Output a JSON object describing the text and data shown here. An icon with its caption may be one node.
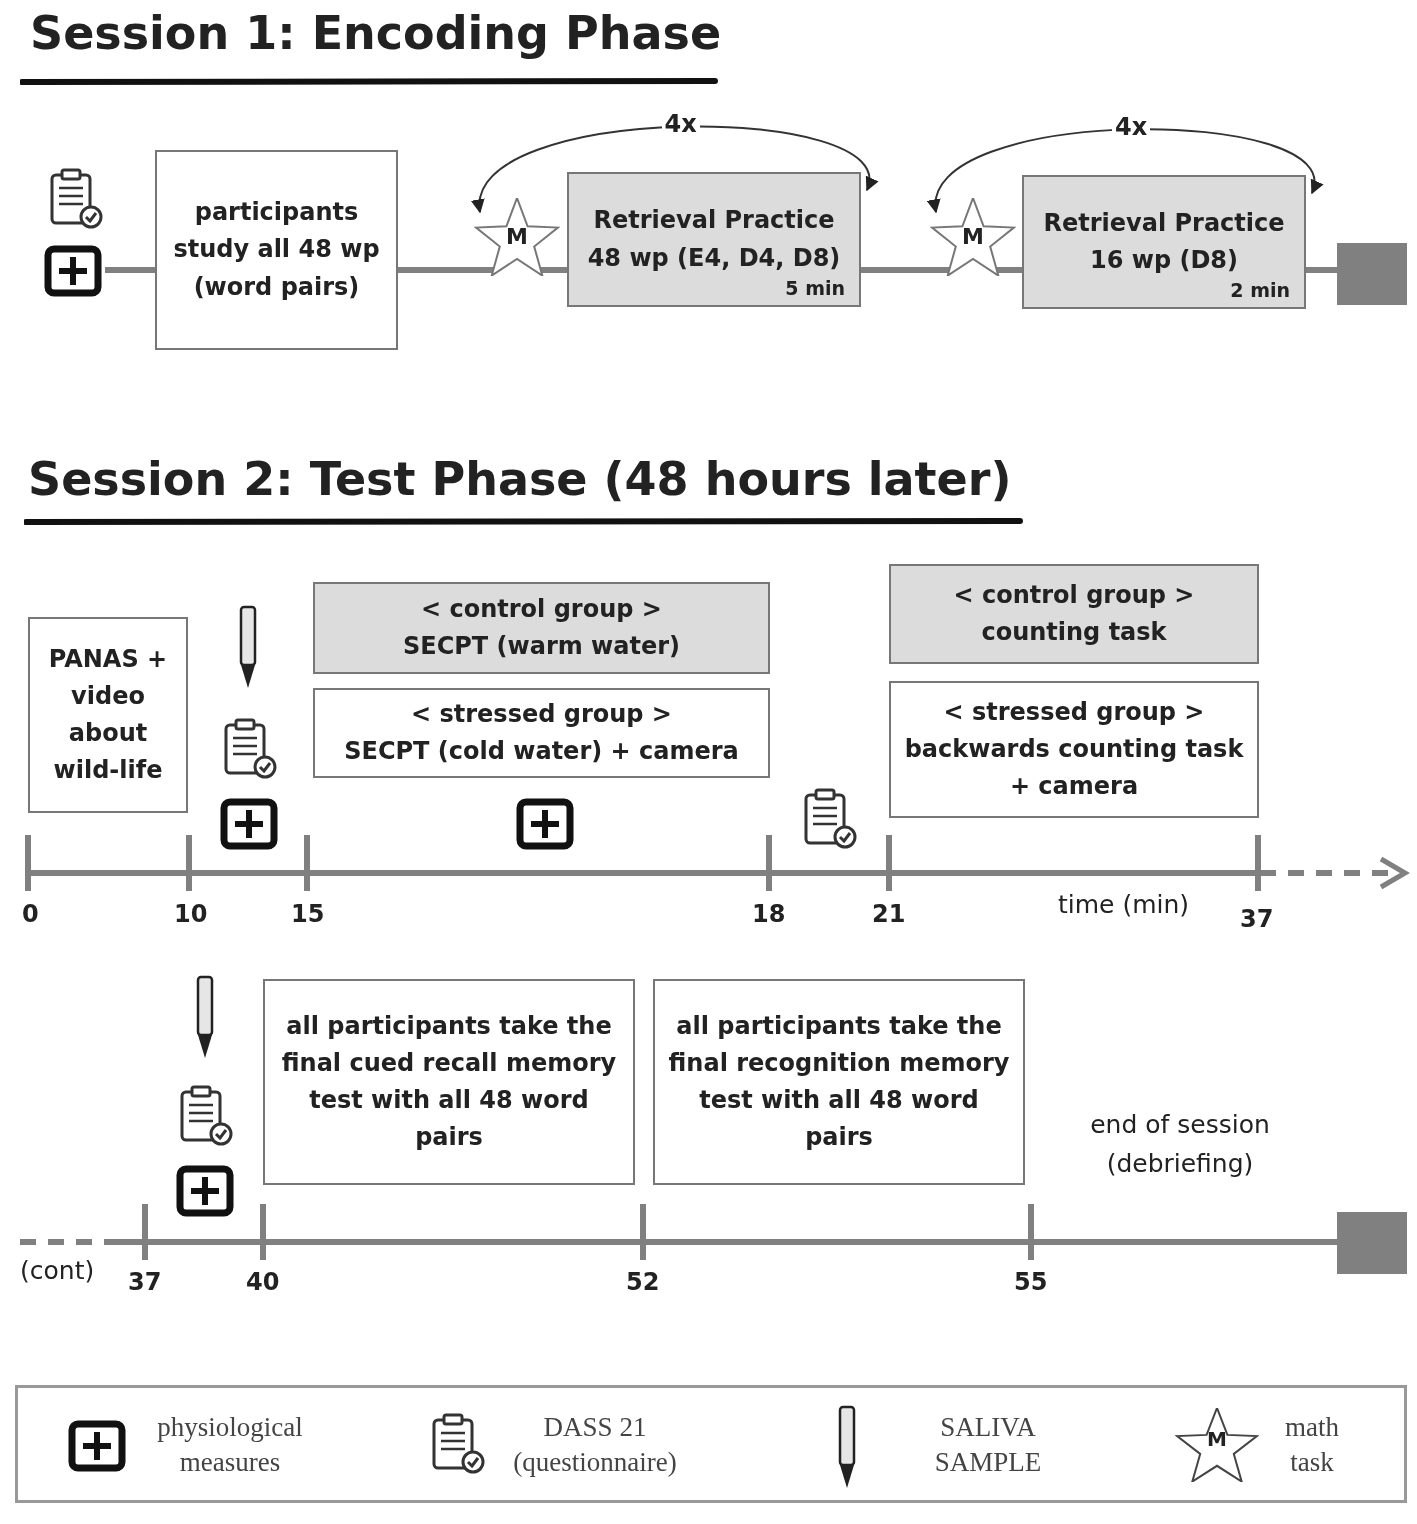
{
  "diagram": {
    "nodes": [
      {
        "text": [
          "participants study all 48 wp (word pairs)"
        ]
      },
      {
        "text": [
          "M"
        ]
      },
      {
        "text": [
          "Retrieval Practice 48 wp (E4, D4, D8)",
          "5 min"
        ]
      },
      {
        "text": [
          "M"
        ]
      },
      {
        "text": [
          "Retrieval Practice 16 wp (D8)",
          "2 min"
        ]
      },
      {
        "text": [],
        "shape": "box"
      },
      {
        "text": [
          "PANAS + video about wild-life"
        ]
      },
      {
        "text": [
          "< control group >",
          "SECPT (warm water)"
        ]
      },
      {
        "text": [
          "< stressed group >",
          "SECPT (cold water) + camera"
        ]
      },
      {
        "text": [
          "< control group >",
          "counting task"
        ]
      },
      {
        "text": [
          "< stressed group >",
          "backwards counting task + camera"
        ]
      },
      {
        "text": [
          "all participants take the final cued recall memory test with all 48 word pairs"
        ]
      },
      {
        "text": [
          "all participants take the final recognition memory test with all 48 word pairs"
        ]
      },
      {
        "text": [],
        "shape": "box"
      }
    ],
    "edges": [
      {
        "from": null,
        "to": 0,
        "arrow": "none"
      },
      {
        "from": 0,
        "to": 1,
        "arrow": "none"
      },
      {
        "from": 1,
        "to": 2,
        "arrow": "none"
      },
      {
        "from": 2,
        "to": 1,
        "arrow": "both",
        "label": "4x"
      },
      {
        "from": 2,
        "to": 3,
        "arrow": "none"
      },
      {
        "from": 3,
        "to": 4,
        "arrow": "none"
      },
      {
        "from": 4,
        "to": 3,
        "arrow": "both",
        "label": "4x"
      },
      {
        "from": 4,
        "to": 5,
        "arrow": "none"
      }
    ],
    "labels": [
      "Session 1: Encoding Phase",
      "Session 2: Test Phase (48 hours later)",
      "0",
      "10",
      "15",
      "18",
      "21",
      "time (min)",
      "37",
      "end of session (debriefing)",
      "(cont)",
      "37",
      "40",
      "52",
      "55",
      "M"
    ],
    "legend": [
      {
        "text": "physiological measures"
      },
      {
        "text": "DASS 21 (questionnaire)"
      },
      {
        "text": "SALIVA SAMPLE"
      },
      {
        "text": "math task"
      }
    ]
  }
}
